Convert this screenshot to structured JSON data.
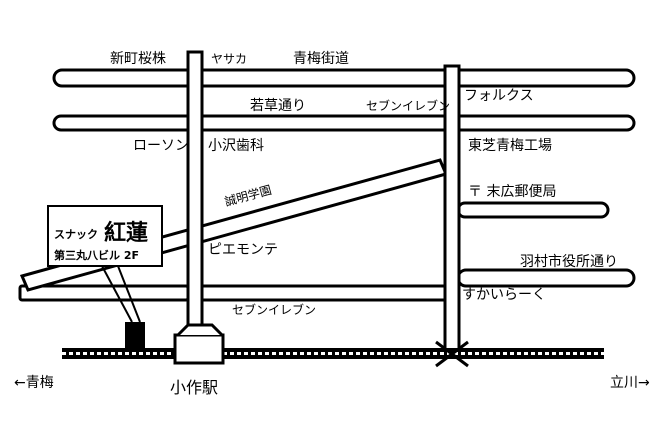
{
  "labels": {
    "shinmachi_sakura": "新町桜株",
    "yasaka": "ヤサカ",
    "ome_kaido": "青梅街道",
    "wakakusa_dori": "若草通り",
    "seven_eleven_1": "セブンイレブン",
    "folks": "フォルクス",
    "lawson": "ローソン",
    "ozawa_dental": "小沢歯科",
    "toshiba_ome": "東芝青梅工場",
    "seimei_gakuen": "誠明学園",
    "suehiro_post": "〒 末広郵便局",
    "piemonte": "ピエモンテ",
    "hamura_city_hall": "羽村市役所通り",
    "seven_eleven_2": "セブンイレブン",
    "sukairaku": "すかいらーく",
    "ozaku_station": "小作駅",
    "to_ome": "←青梅",
    "to_tachikawa": "立川→"
  },
  "store": {
    "prefix": "スナック",
    "name": "紅蓮",
    "building": "第三丸八ビル 2F"
  }
}
